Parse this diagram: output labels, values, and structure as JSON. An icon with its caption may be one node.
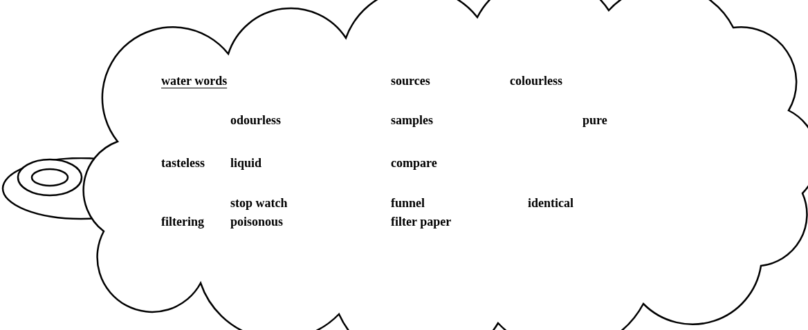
{
  "diagram": {
    "nodes": [
      {
        "text": [
          "water words",
          "sources",
          "colourless",
          "odourless",
          "samples",
          "pure",
          "tasteless",
          "liquid",
          "compare",
          "stop watch",
          "funnel",
          "identical",
          "filtering",
          "poisonous",
          "filter paper"
        ]
      }
    ]
  }
}
